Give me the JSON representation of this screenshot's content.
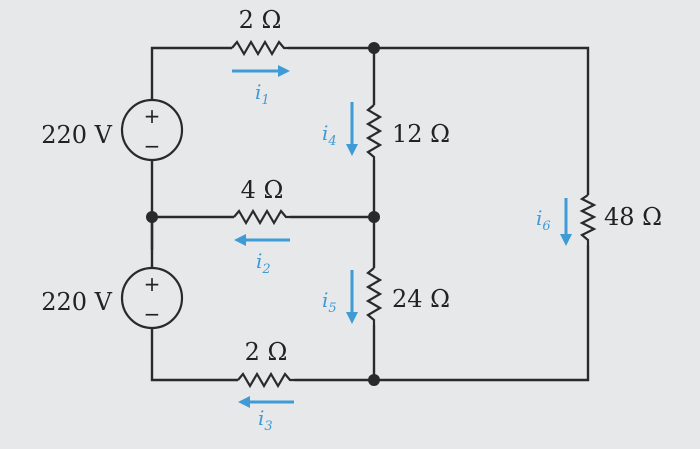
{
  "circuit": {
    "sources": [
      {
        "id": "v1",
        "value": "220 V",
        "plus": "+",
        "minus": "−"
      },
      {
        "id": "v2",
        "value": "220 V",
        "plus": "+",
        "minus": "−"
      }
    ],
    "resistors": [
      {
        "id": "r1",
        "value": "2 Ω"
      },
      {
        "id": "r2",
        "value": "4 Ω"
      },
      {
        "id": "r3",
        "value": "2 Ω"
      },
      {
        "id": "r4",
        "value": "12 Ω"
      },
      {
        "id": "r5",
        "value": "24 Ω"
      },
      {
        "id": "r6",
        "value": "48 Ω"
      }
    ],
    "currents": [
      {
        "id": "i1",
        "base": "i",
        "sub": "1"
      },
      {
        "id": "i2",
        "base": "i",
        "sub": "2"
      },
      {
        "id": "i3",
        "base": "i",
        "sub": "3"
      },
      {
        "id": "i4",
        "base": "i",
        "sub": "4"
      },
      {
        "id": "i5",
        "base": "i",
        "sub": "5"
      },
      {
        "id": "i6",
        "base": "i",
        "sub": "6"
      }
    ],
    "colors": {
      "wire": "#2a2a2a",
      "current_arrow": "#3f9bd6",
      "background": "#e7e8ea"
    }
  }
}
